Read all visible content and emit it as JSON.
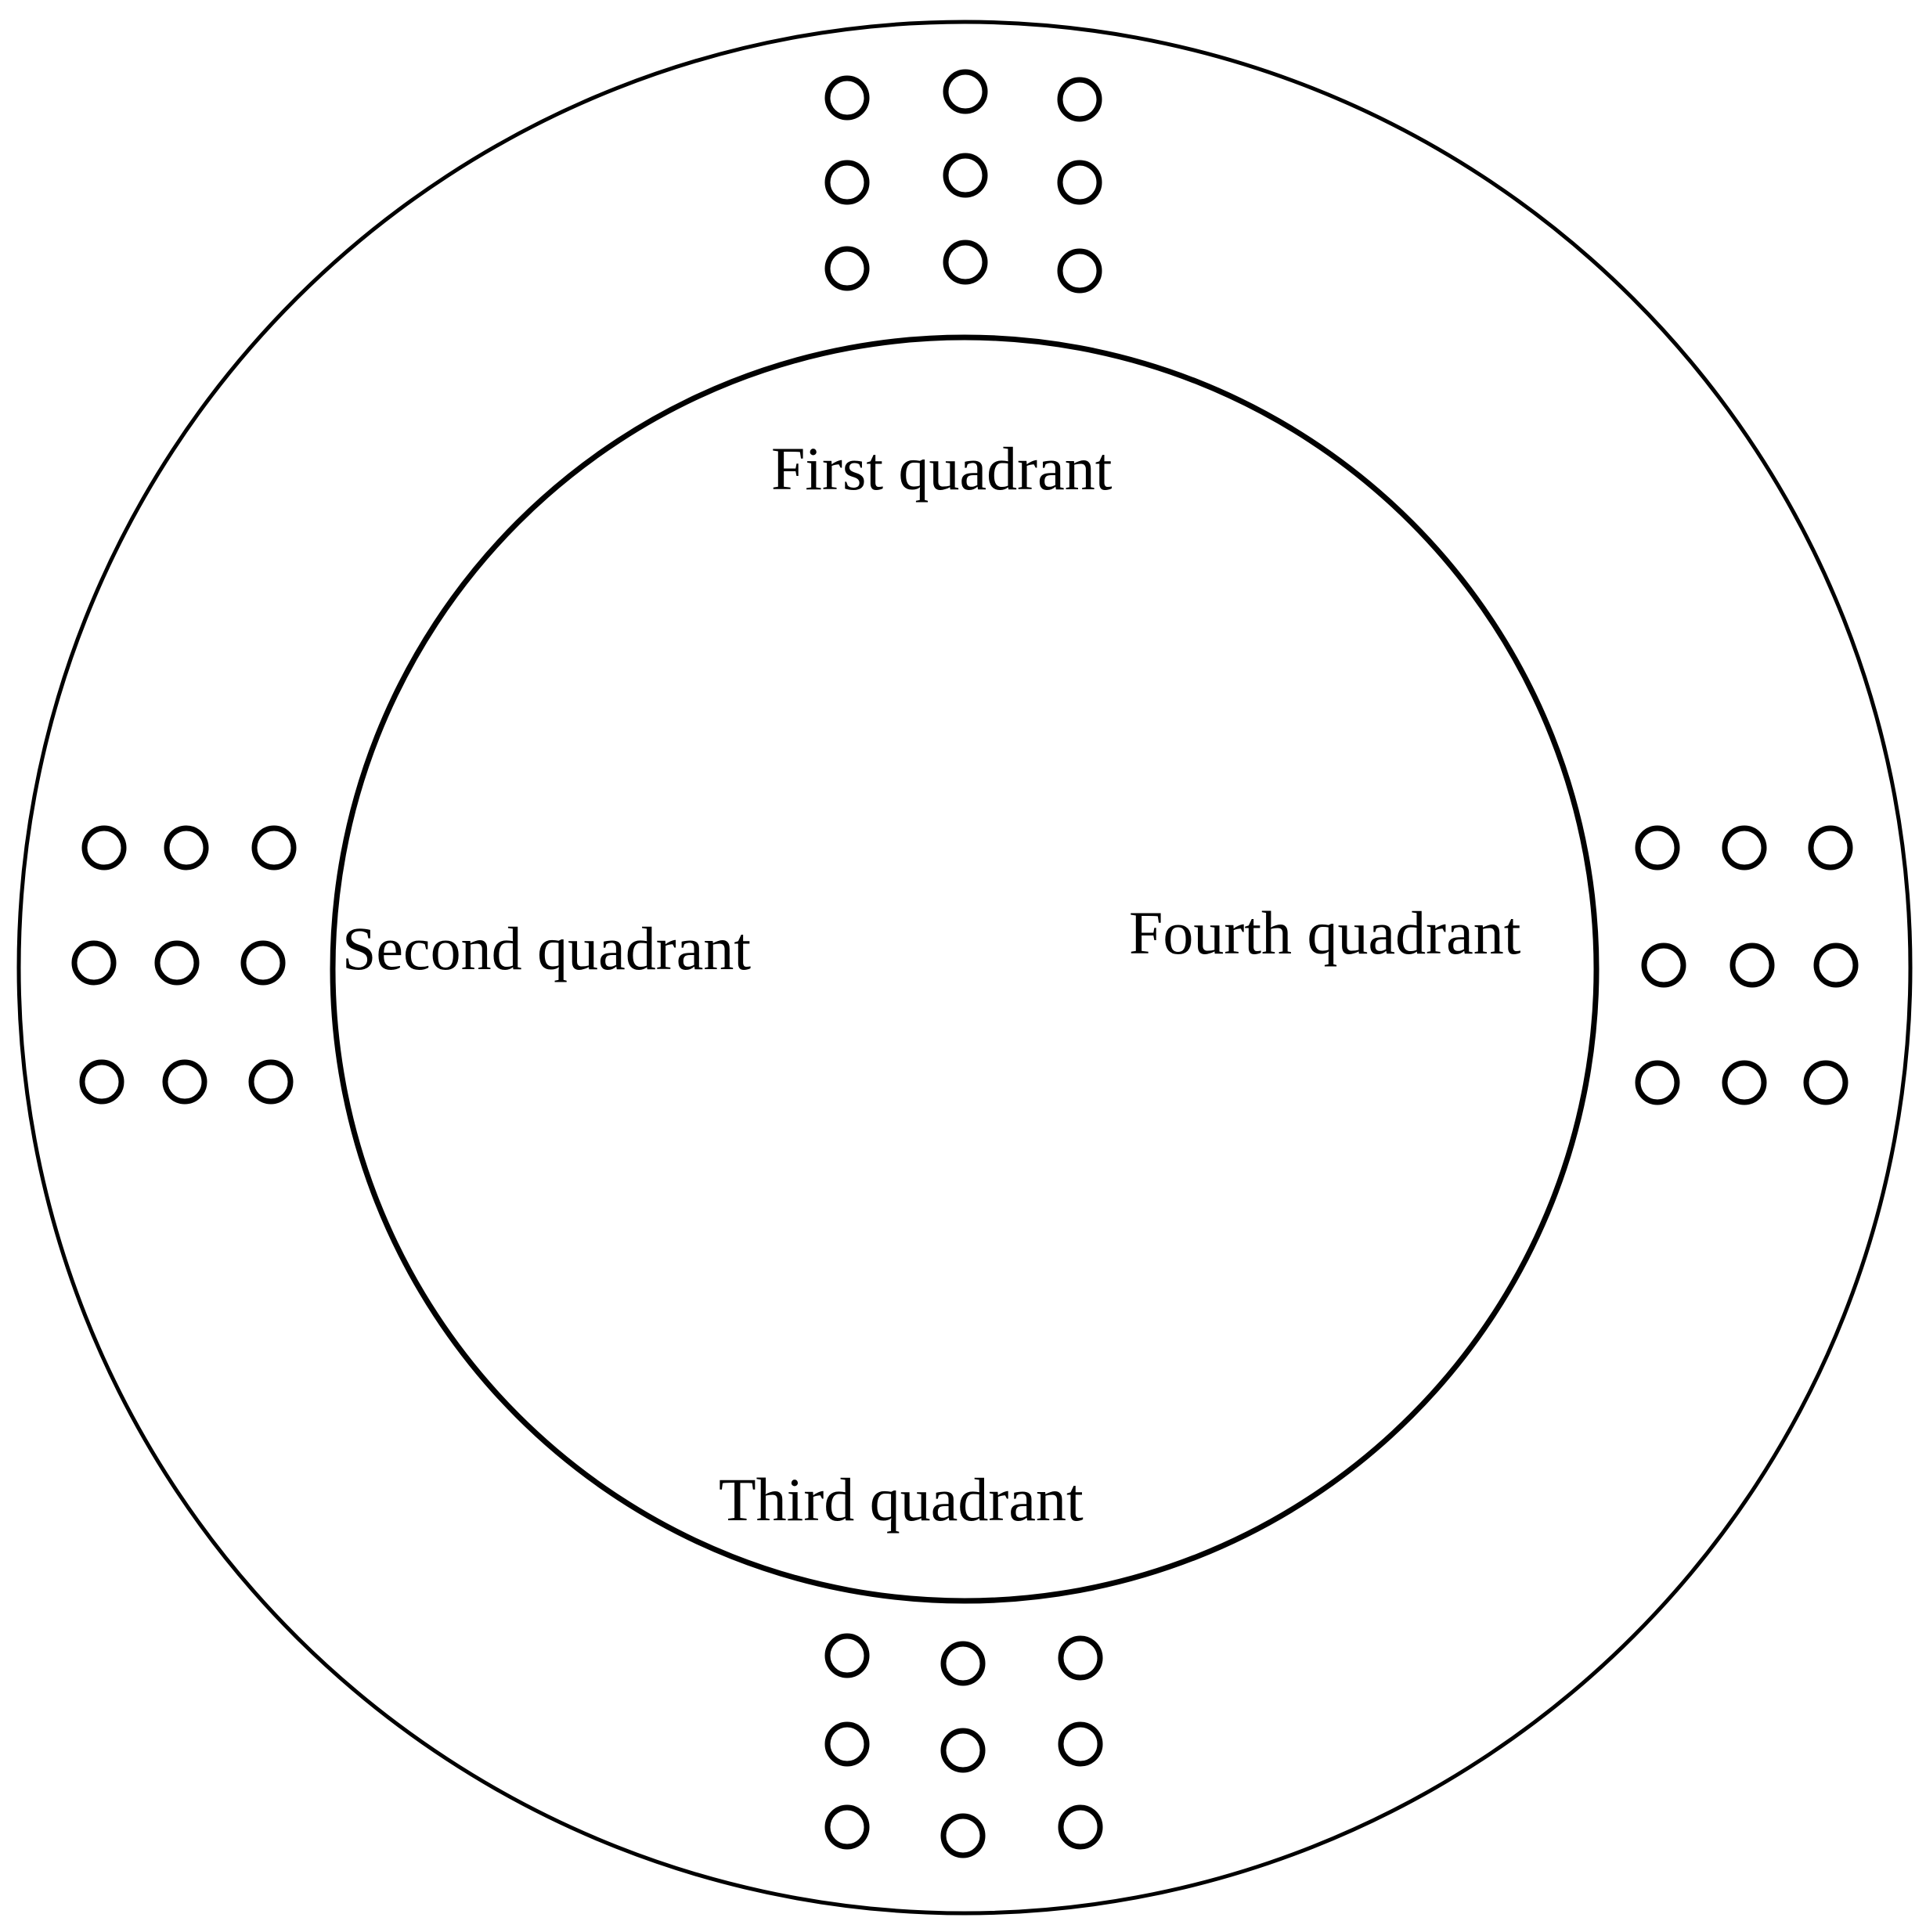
{
  "labels": {
    "first": "First quadrant",
    "second": "Second quadrant",
    "third": "Third quadrant",
    "fourth": "Fourth quadrant"
  },
  "hole_groups": {
    "rows": 3,
    "cols": 3
  },
  "colors": {
    "stroke": "#000000",
    "background": "#ffffff"
  }
}
